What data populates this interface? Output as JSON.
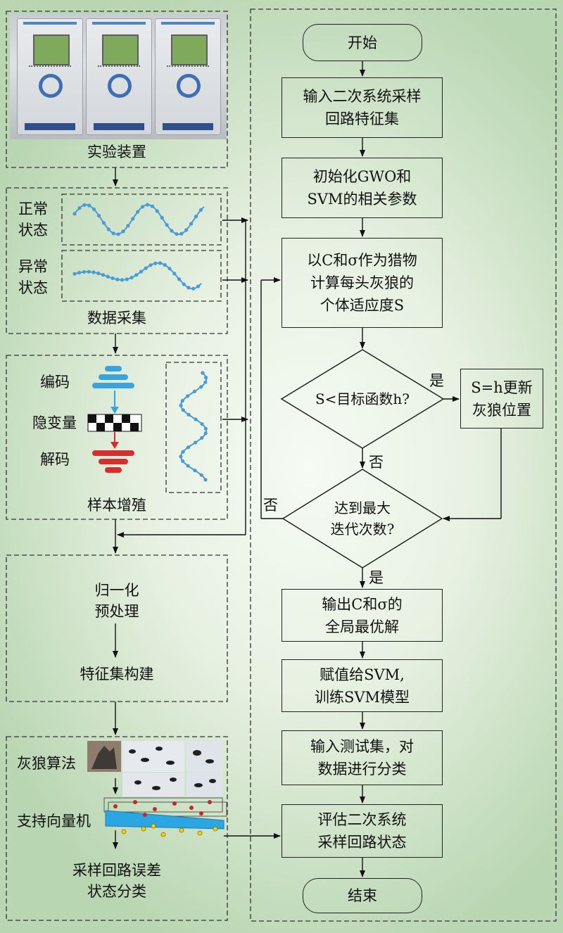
{
  "left": {
    "apparatus_label": "实验装置",
    "normal_state": [
      "正常",
      "状态"
    ],
    "abnormal_state": [
      "异常",
      "状态"
    ],
    "data_collection": "数据采集",
    "encode": "编码",
    "latent": "隐变量",
    "decode": "解码",
    "augmentation": "样本增殖",
    "normalize": [
      "归一化",
      "预处理"
    ],
    "feature_build": "特征集构建",
    "gwo": "灰狼算法",
    "svm": "支持向量机",
    "classify": [
      "采样回路误差",
      "状态分类"
    ]
  },
  "flow": {
    "start": "开始",
    "input_features": [
      "输入二次系统采样",
      "回路特征集"
    ],
    "init_params": [
      "初始化GWO和",
      "SVM的相关参数"
    ],
    "fitness": [
      "以C和σ作为猎物",
      "计算每头灰狼的",
      "个体适应度S"
    ],
    "decision1": "S<目标函数h?",
    "update": [
      "S=h更新",
      "灰狼位置"
    ],
    "decision2": [
      "达到最大",
      "迭代次数?"
    ],
    "output_opt": [
      "输出C和σ的",
      "全局最优解"
    ],
    "assign": [
      "赋值给SVM,",
      "训练SVM模型"
    ],
    "test": [
      "输入测试集，对",
      "数据进行分类"
    ],
    "evaluate": [
      "评估二次系统",
      "采样回路状态"
    ],
    "end": "结束",
    "yes": "是",
    "no": "否"
  }
}
